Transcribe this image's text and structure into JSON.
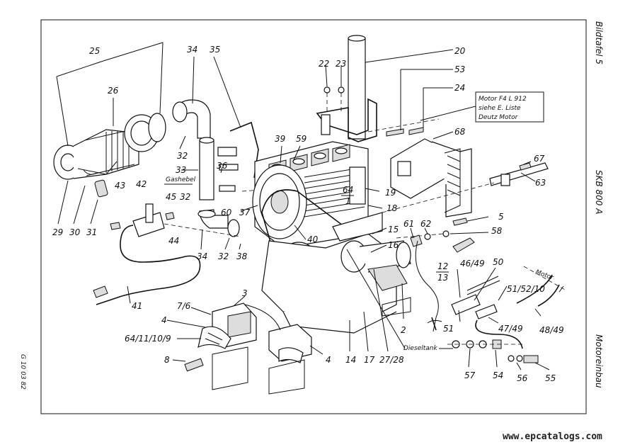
{
  "sheet": {
    "side_top": "Bildtafel 5",
    "side_middle": "SKB 800 A",
    "side_bottom": "Motoreinbau",
    "footer_code": "G 10 03 82",
    "watermark": "www.epcatalogs.com"
  },
  "notes": {
    "motor_line1": "Motor  F4 L 912",
    "motor_line2": "siehe E. Liste",
    "motor_line3": "Deutz Motor",
    "gashebel": "Gashebel",
    "dieseltank": "Dieseltank",
    "motor_hose": "Motor"
  },
  "callouts": {
    "c25": "25",
    "c26": "26",
    "c29": "29",
    "c30": "30",
    "c31": "31",
    "c34a": "34",
    "c35": "35",
    "c32a": "32",
    "c33": "33",
    "c36": "36",
    "c60": "60",
    "c37": "37",
    "c32b": "32",
    "c34b": "34",
    "c32c": "32",
    "c38": "38",
    "c43": "43",
    "c42": "42",
    "c45": "45",
    "c44": "44",
    "c41": "41",
    "c39": "39",
    "c59": "59",
    "c22": "22",
    "c23": "23",
    "c20": "20",
    "c53": "53",
    "c24": "24",
    "c68": "68",
    "c67": "67",
    "c63": "63",
    "c64_1a": "64",
    "c64_1b": "1",
    "c19": "19",
    "c18": "18",
    "c5": "5",
    "c58": "58",
    "c15": "15",
    "c16": "16",
    "c61": "61",
    "c62": "62",
    "c40": "40",
    "c12_13a": "12",
    "c12_13b": "13",
    "c46_49": "46/49",
    "c50": "50",
    "c51_52_10": "51/52/10",
    "c48_49": "48/49",
    "c47_49": "47/49",
    "c51": "51",
    "c2": "2",
    "c3": "3",
    "c7_6": "7/6",
    "c4a": "4",
    "c64_11_10_9": "64/11/10/9",
    "c8": "8",
    "c4b": "4",
    "c14": "14",
    "c17": "17",
    "c27_28": "27/28",
    "c57": "57",
    "c54": "54",
    "c56": "56",
    "c55": "55"
  }
}
